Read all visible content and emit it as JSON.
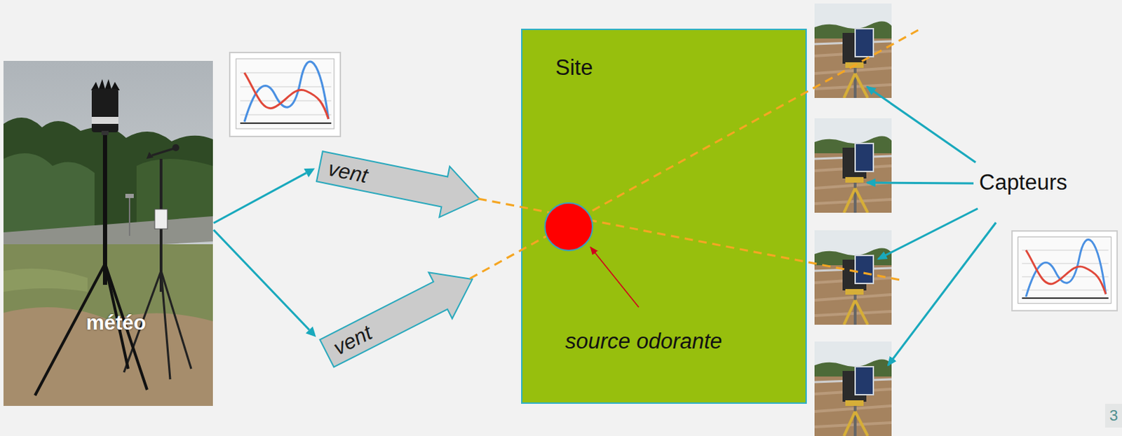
{
  "diagram": {
    "nodes": [
      {
        "text": [
          "météo"
        ]
      },
      {
        "text": [
          "vent"
        ]
      },
      {
        "text": [
          "vent"
        ]
      },
      {
        "text": [
          "Site"
        ]
      },
      {
        "text": [
          "source odorante"
        ],
        "in": 3
      }
    ],
    "edges": [
      {
        "from": 0,
        "to": 1,
        "arrow": "to"
      },
      {
        "from": 0,
        "to": 2,
        "arrow": "to"
      }
    ],
    "labels": [
      "Capteurs",
      "3"
    ]
  }
}
